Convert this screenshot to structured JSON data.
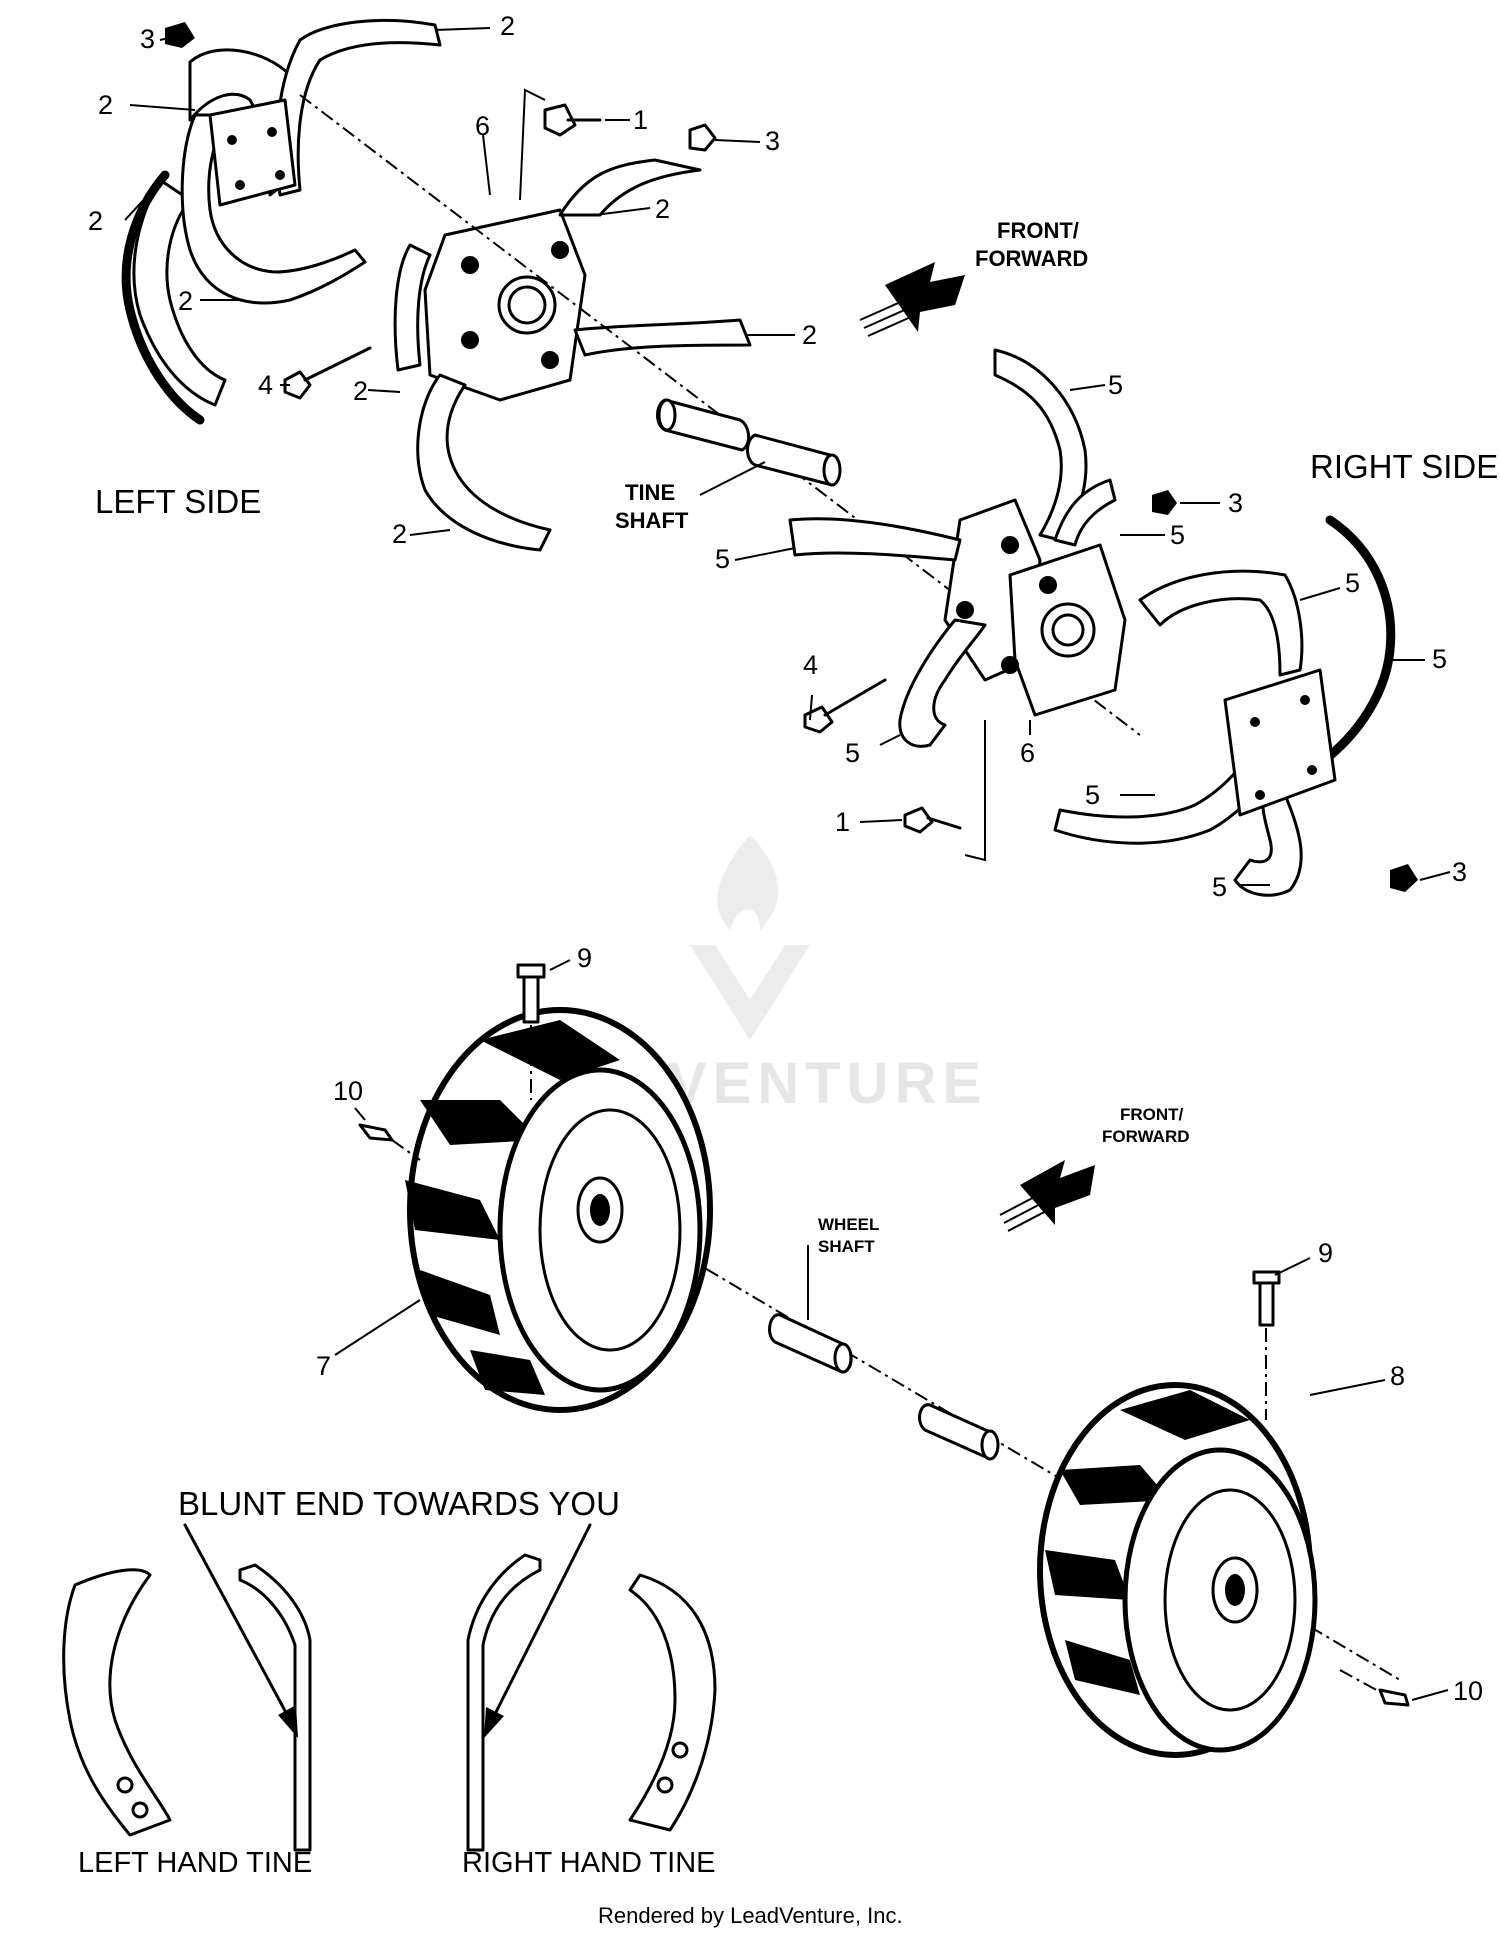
{
  "headings": {
    "left_side": "LEFT SIDE",
    "right_side": "RIGHT SIDE",
    "front_forward_top_1": "FRONT/",
    "front_forward_top_2": "FORWARD",
    "front_forward_bottom_1": "FRONT/",
    "front_forward_bottom_2": "FORWARD",
    "tine_shaft_1": "TINE",
    "tine_shaft_2": "SHAFT",
    "wheel_shaft_1": "WHEEL",
    "wheel_shaft_2": "SHAFT",
    "blunt_end": "BLUNT END TOWARDS YOU",
    "left_hand_tine": "LEFT HAND TINE",
    "right_hand_tine": "RIGHT HAND TINE"
  },
  "callouts": {
    "c1a": "1",
    "c1b": "1",
    "c2a": "2",
    "c2b": "2",
    "c2c": "2",
    "c2d": "2",
    "c2e": "2",
    "c2f": "2",
    "c2g": "2",
    "c2h": "2",
    "c3a": "3",
    "c3b": "3",
    "c3c": "3",
    "c3d": "3",
    "c4a": "4",
    "c4b": "4",
    "c5a": "5",
    "c5b": "5",
    "c5c": "5",
    "c5d": "5",
    "c5e": "5",
    "c5f": "5",
    "c5g": "5",
    "c5h": "5",
    "c6a": "6",
    "c6b": "6",
    "c7": "7",
    "c8": "8",
    "c9a": "9",
    "c9b": "9",
    "c10a": "10",
    "c10b": "10"
  },
  "watermark": "VENTURE",
  "footer": "Rendered by LeadVenture, Inc."
}
